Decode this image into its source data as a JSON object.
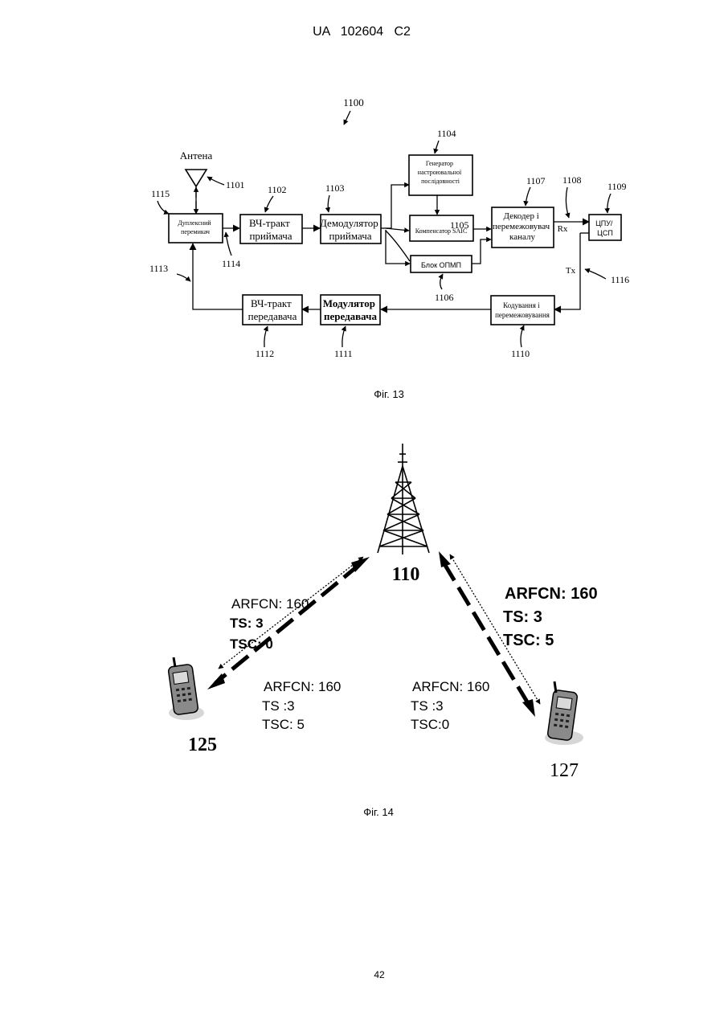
{
  "header": {
    "patent": "UA   102604   C2"
  },
  "fig13": {
    "caption": "Фіг. 13",
    "ref_main": "1100",
    "antenna_label": "Антена",
    "blocks": {
      "duplex": [
        "Дуплексний",
        "перемикач"
      ],
      "rf_rx": [
        "ВЧ-тракт",
        "приймача"
      ],
      "demod": [
        "Демодулятор",
        "приймача"
      ],
      "generator": [
        "Генератор",
        "настроювальної",
        "послідовності"
      ],
      "saic": "Компенсатор SAIC",
      "opmp": "Блок ОПМП",
      "decoder": [
        "Декодер і",
        "перемежовувач",
        "каналу"
      ],
      "cpu": [
        "ЦПУ/",
        "ЦСП"
      ],
      "coding": [
        "Кодування і",
        "перемежовування"
      ],
      "modulator": [
        "Модулятор",
        "передавача"
      ],
      "rf_tx": [
        "ВЧ-тракт",
        "передавача"
      ]
    },
    "signals": {
      "rx": "Rx",
      "tx": "Tx"
    },
    "refs": {
      "r1101": "1101",
      "r1102": "1102",
      "r1103": "1103",
      "r1104": "1104",
      "r1105": "1105",
      "r1106": "1106",
      "r1107": "1107",
      "r1108": "1108",
      "r1109": "1109",
      "r1110": "1110",
      "r1111": "1111",
      "r1112": "1112",
      "r1113": "1113",
      "r1114": "1114",
      "r1115": "1115",
      "r1116": "1116"
    }
  },
  "fig14": {
    "caption": "Фіг. 14",
    "tower_label": "110",
    "phone_left_label": "125",
    "phone_right_label": "127",
    "left_link": [
      "ARFCN: 160",
      "TS: 3",
      "TSC: 0"
    ],
    "mid_left": [
      "ARFCN: 160",
      "TS :3",
      "TSC: 5"
    ],
    "mid_right": [
      "ARFCN: 160",
      "TS :3",
      "TSC:0"
    ],
    "right_link": [
      "ARFCN: 160",
      "TS: 3",
      "TSC: 5"
    ]
  },
  "footer": {
    "page_number": "42"
  }
}
